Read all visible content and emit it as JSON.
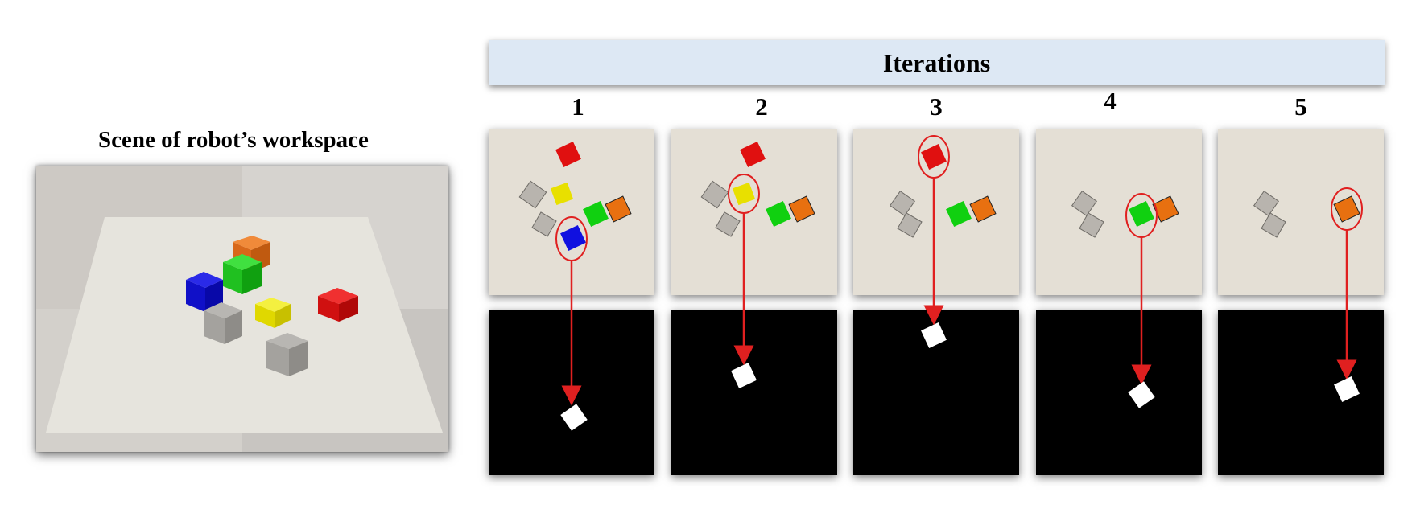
{
  "scene": {
    "title": "Scene of robot’s workspace"
  },
  "header": {
    "title": "Iterations"
  },
  "iterations": [
    {
      "label": "1",
      "selected_color": "blue"
    },
    {
      "label": "2",
      "selected_color": "yellow"
    },
    {
      "label": "3",
      "selected_color": "red"
    },
    {
      "label": "4",
      "selected_color": "green"
    },
    {
      "label": "5",
      "selected_color": "orange"
    }
  ],
  "colors": {
    "red": "#e01010",
    "yellow": "#e8e000",
    "green": "#10d010",
    "orange": "#e87010",
    "blue": "#1010e0",
    "gray": "#b8b4ae",
    "highlight": "#e02020",
    "table": "#e4dfd5",
    "header_bg": "#dde8f4"
  }
}
